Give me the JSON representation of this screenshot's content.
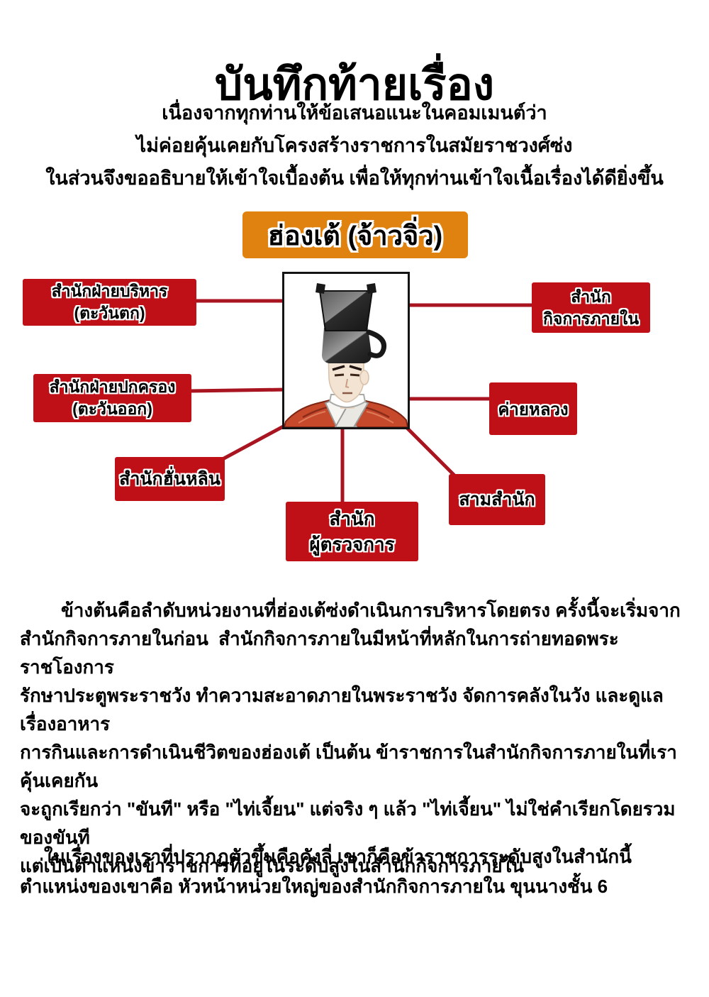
{
  "title": "บันทึกท้ายเรื่อง",
  "intro": {
    "lines": [
      "เนื่องจากทุกท่านให้ข้อเสนอแนะในคอมเมนต์ว่า",
      "ไม่ค่อยคุ้นเคยกับโครงสร้างราชการในสมัยราชวงศ์ซ่ง",
      "ในส่วนจึงขออธิบายให้เข้าใจเบื้องต้น เพื่อให้ทุกท่านเข้าใจเนื้อเรื่องได้ดียิ่งขึ้น"
    ]
  },
  "diagram": {
    "banner": {
      "label": "ฮ่องเต้ (จ้าวจิ่ว)"
    },
    "portrait": {
      "description": "manga-emperor-portrait"
    },
    "boxes": [
      {
        "id": "admin-west",
        "lines": [
          "สำนักฝ่ายบริหาร",
          "(ตะวันตก)"
        ]
      },
      {
        "id": "gov-east",
        "lines": [
          "สำนักฝ่ายปกครอง",
          "(ตะวันออก)"
        ]
      },
      {
        "id": "hanlin",
        "lines": [
          "สำนักฮั่นหลิน"
        ]
      },
      {
        "id": "inspector",
        "lines": [
          "สำนัก",
          "ผู้ตรวจการ"
        ]
      },
      {
        "id": "internal-affairs",
        "lines": [
          "สำนัก",
          "กิจการภายใน"
        ]
      },
      {
        "id": "royal-camp",
        "lines": [
          "ค่ายหลวง"
        ]
      },
      {
        "id": "three-bureaus",
        "lines": [
          "สามสำนัก"
        ]
      }
    ]
  },
  "paragraph1": {
    "lines": [
      "ข้างต้นคือลำดับหน่วยงานที่ฮ่องเต้ซ่งดำเนินการบริหารโดยตรง ครั้งนี้จะเริ่มจาก",
      "สำนักกิจการภายในก่อน  สำนักกิจการภายในมีหน้าที่หลักในการถ่ายทอดพระราชโองการ",
      "รักษาประตูพระราชวัง ทำความสะอาดภายในพระราชวัง จัดการคลังในวัง และดูแลเรื่องอาหาร",
      "การกินและการดำเนินชีวิตของฮ่องเต้ เป็นต้น ข้าราชการในสำนักกิจการภายในที่เราคุ้นเคยกัน",
      "จะถูกเรียกว่า \"ขันที\" หรือ \"ไท่เจี้ยน\" แต่จริง ๆ แล้ว \"ไท่เจี้ยน\" ไม่ใช่คำเรียกโดยรวมของขันที",
      "แต่เป็นตำแหน่งข้าราชการที่อยู่ในระดับสูงในสำนักกิจการภายใน"
    ]
  },
  "paragraph2": {
    "lines": [
      "ในเรื่องของเราที่ปรากฏตัวขึ้นคือคังลี่ เขาก็คือข้าราชการระดับสูงในสำนักนี้",
      "ตำแหน่งของเขาคือ หัวหน้าหน่วยใหญ่ของสำนักกิจการภายใน ขุนนางชั้น 6"
    ]
  },
  "colors": {
    "box_red": "#be1016",
    "connector_red": "#a81420",
    "banner_orange": "#e0820f",
    "text": "#000000",
    "background": "#ffffff"
  }
}
